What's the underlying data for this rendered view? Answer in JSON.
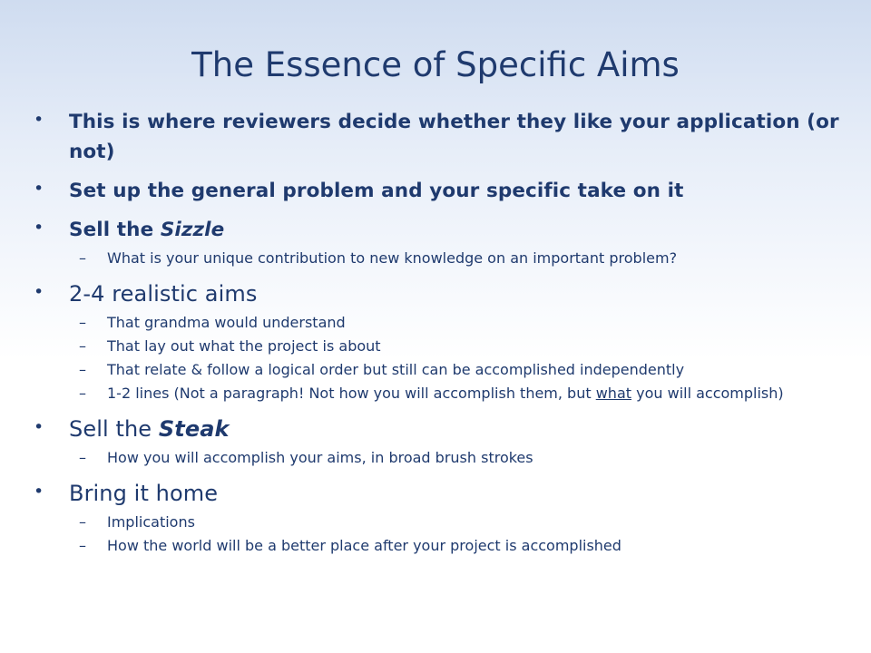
{
  "title": "The Essence of Specific Aims",
  "bullets": [
    {
      "text": "This is where reviewers decide whether they like your application (or not)"
    },
    {
      "text": "Set up the general problem and your specific take on it"
    },
    {
      "prefix": "Sell the ",
      "emph": "Sizzle",
      "subs": [
        "What is your unique contribution to new knowledge on an important problem?"
      ]
    },
    {
      "text": "2-4 realistic aims",
      "subs": [
        "That grandma would understand",
        "That lay out what the project is about",
        "That relate & follow a logical order but still can be accomplished independently"
      ],
      "last_sub": {
        "before": "1-2 lines (Not a paragraph!  Not how you will accomplish them, but ",
        "underlined": "what",
        "after": " you will accomplish)"
      }
    },
    {
      "prefix": "Sell the ",
      "emph": "Steak",
      "subs": [
        "How you will accomplish your aims, in broad brush strokes"
      ]
    },
    {
      "text": "Bring it home",
      "subs": [
        "Implications",
        "How the world will be a better place after your project is accomplished"
      ]
    }
  ],
  "bullet_symbol": "•",
  "dash_symbol": "–",
  "colors": {
    "text": "#1f3a6e",
    "background_top": "#cfdcf0",
    "background_bottom": "#ffffff"
  }
}
